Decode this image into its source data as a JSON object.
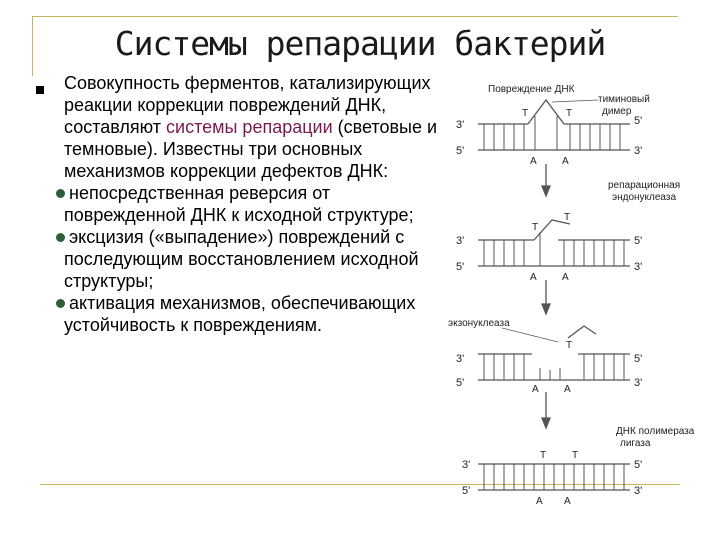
{
  "slide": {
    "title": "Системы репарации бактерий",
    "intro_part1": "Совокупность ферментов, катализирующих реакции коррекции повреждений ДНК, составляют ",
    "intro_highlight": "системы репарации",
    "intro_part2": " (световые и темновые). Известны три основных механизмов коррекции дефектов ДНК:",
    "items": [
      "непосредственная реверсия от поврежденной ДНК к исходной структуре;",
      "эксцизия («выпадение») повреждений с последующим восстановлением исходной структуры;",
      "активация механизмов, обеспечивающих устойчивость к повреждениям."
    ],
    "accent_color": "#c8b25a",
    "highlight_color": "#7a1850"
  },
  "diagram": {
    "label_damage": "Повреждение ДНК",
    "label_dimer_1": "тиминовый",
    "label_dimer_2": "димер",
    "label_endo_1": "репарационная",
    "label_endo_2": "эндонуклеаза",
    "label_exo": "экзонуклеаза",
    "label_pol_1": "ДНК полимераза",
    "label_pol_2": "лигаза",
    "end_3": "3'",
    "end_5": "5'",
    "base_t": "T",
    "base_a": "A"
  }
}
